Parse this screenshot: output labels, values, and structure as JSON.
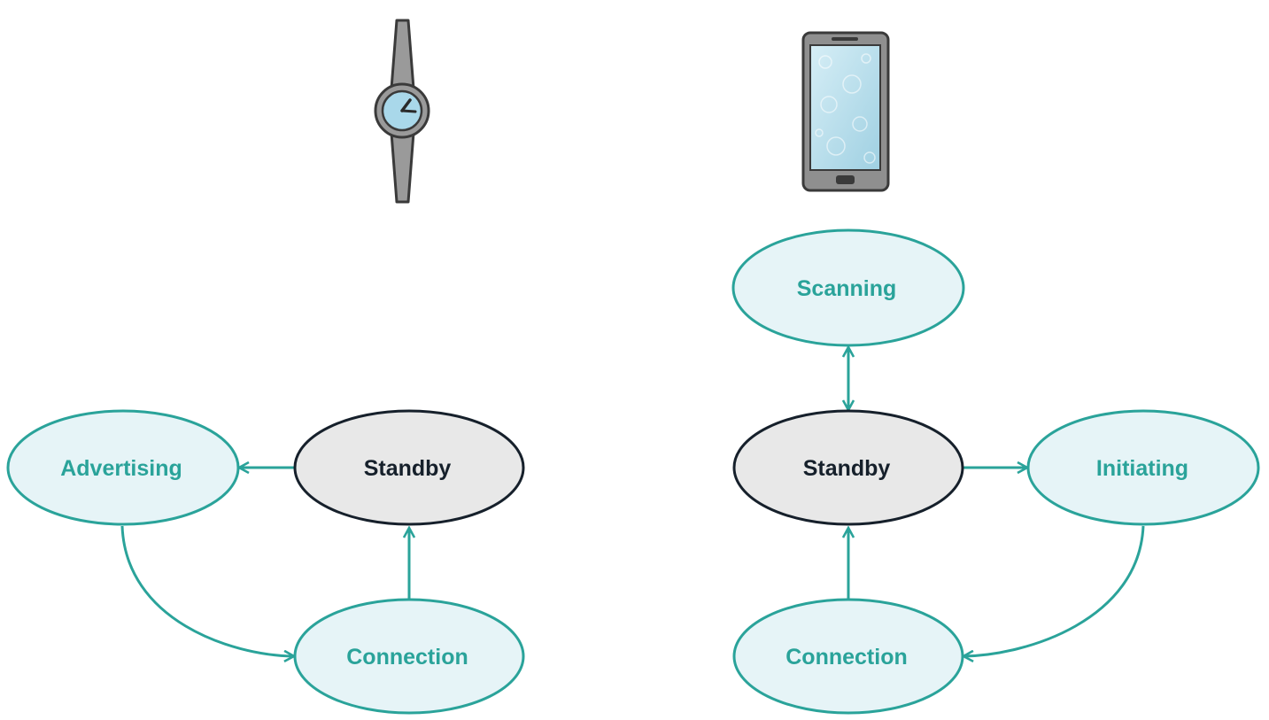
{
  "colors": {
    "accent": "#2aa39a",
    "state_fill": "#e6f4f7",
    "standby_fill": "#e8e8e8",
    "standby_stroke": "#16202b",
    "standby_text": "#16202b",
    "device_body": "#9a9a9a",
    "device_outline": "#3a3a3a",
    "screen": "#bfe2ee"
  },
  "left_device": {
    "icon": "wristwatch-icon",
    "states": {
      "standby": "Standby",
      "advertising": "Advertising",
      "connection": "Connection"
    }
  },
  "right_device": {
    "icon": "smartphone-icon",
    "states": {
      "scanning": "Scanning",
      "standby": "Standby",
      "initiating": "Initiating",
      "connection": "Connection"
    }
  }
}
